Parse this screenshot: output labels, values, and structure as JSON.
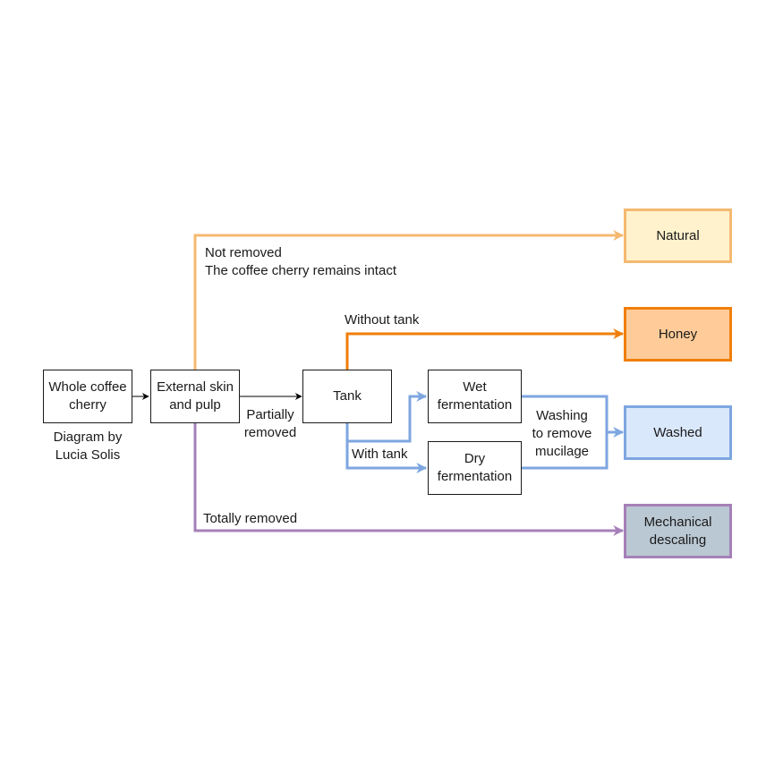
{
  "colors": {
    "natural": "#f5b971",
    "honey": "#f07f0a",
    "washed": "#7ea6e0",
    "descaling": "#a680b8",
    "natural_fill": "#fff2cc",
    "honey_fill": "#ffcc99",
    "washed_fill": "#dae8fc",
    "descaling_fill": "#bac8d3",
    "neutral": "#000000"
  },
  "nodes": {
    "whole_cherry": "Whole coffee\ncherry",
    "skin_pulp": "External skin\nand pulp",
    "tank": "Tank",
    "wet_fermentation": "Wet\nfermentation",
    "dry_fermentation": "Dry\nfermentation"
  },
  "outcomes": {
    "natural": "Natural",
    "honey": "Honey",
    "washed": "Washed",
    "descaling": "Mechanical\ndescaling"
  },
  "labels": {
    "credit": "Diagram by\nLucia Solis",
    "not_removed": "Not removed\nThe coffee cherry remains intact",
    "partially_removed": "Partially\nremoved",
    "without_tank": "Without tank",
    "with_tank": "With tank",
    "washing": "Washing\nto remove\nmucilage",
    "totally_removed": "Totally removed"
  }
}
